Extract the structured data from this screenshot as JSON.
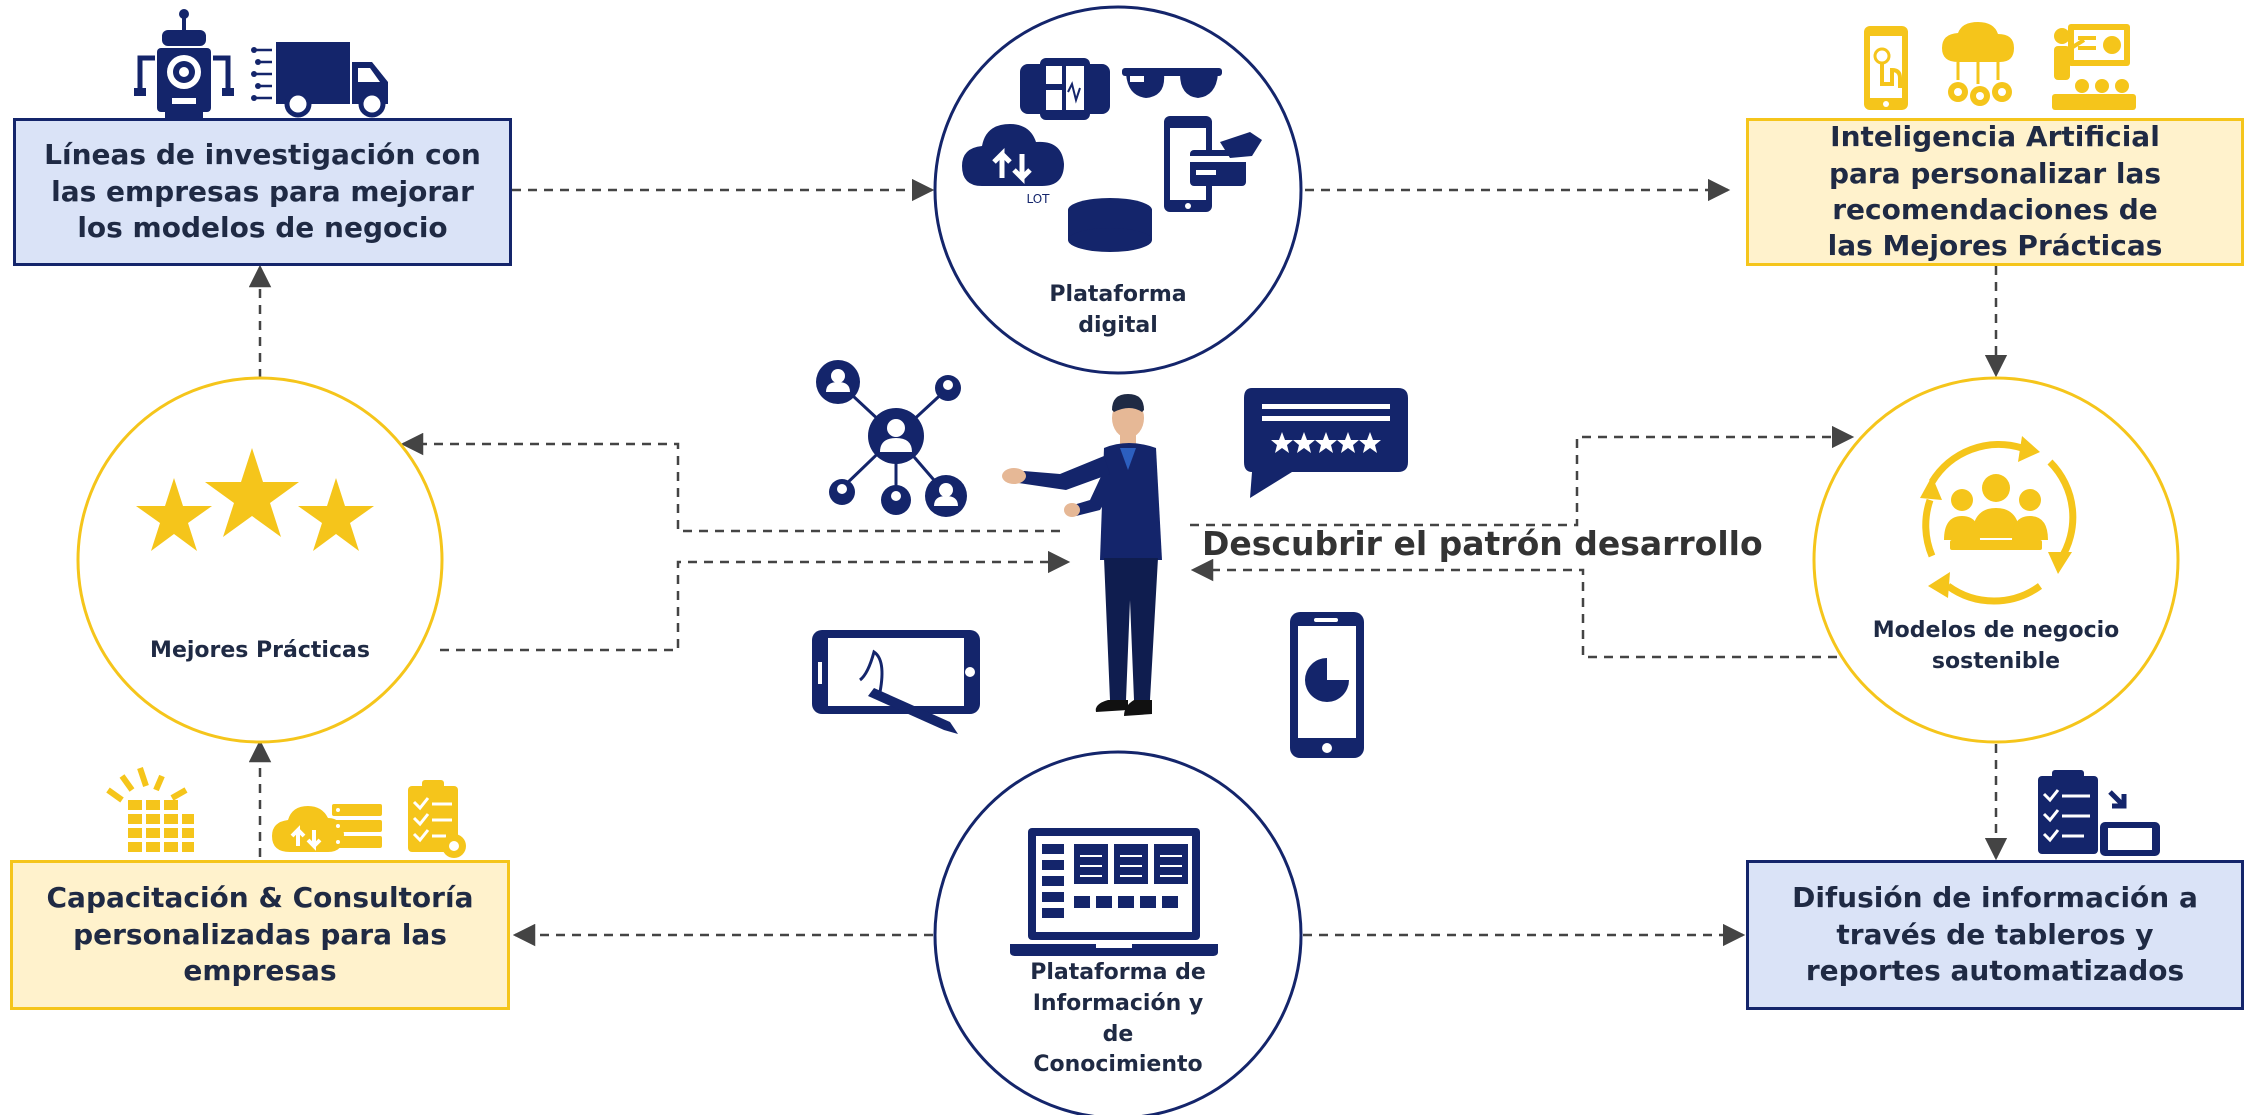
{
  "boxes": {
    "lineas": "Líneas de investigación con\nlas empresas para mejorar\nlos modelos de negocio",
    "ia": "Inteligencia Artificial\npara personalizar las\nrecomendaciones de\nlas Mejores Prácticas",
    "capacitacion": "Capacitación & Consultoría\npersonalizadas para las\nempresas",
    "difusion": "Difusión de información a\ntravés de tableros y\nreportes automatizados"
  },
  "circles": {
    "plataforma_digital": "Plataforma\ndigital",
    "mejores_practicas": "Mejores Prácticas",
    "modelos_negocio": "Modelos de negocio\nsostenible",
    "plataforma_info": "Plataforma de\nInformación y\nde\nConocimiento"
  },
  "central": {
    "headline": "Descubrir el patrón desarrollo"
  },
  "icon_text": {
    "lot": "LOT"
  },
  "colors": {
    "navy": "#14256b",
    "gold": "#f5c51b",
    "blue_fill": "#dae3f7",
    "yellow_fill": "#fff2cc",
    "arrow": "#444444"
  }
}
